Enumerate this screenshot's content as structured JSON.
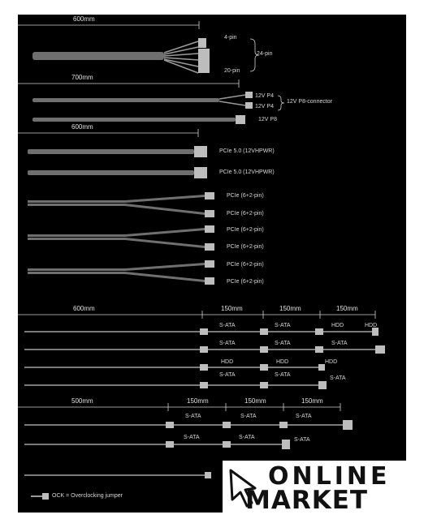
{
  "dimensions": {
    "d600_top": "600mm",
    "d700": "700mm",
    "d600_pcie": "600mm",
    "d600_sata": "600mm",
    "d150_a": "150mm",
    "d150_b": "150mm",
    "d150_c": "150mm",
    "d500": "500mm",
    "d150_d": "150mm",
    "d150_e": "150mm",
    "d150_f": "150mm"
  },
  "atx": {
    "pin4": "4-pin",
    "pin24": "24-pin",
    "pin20": "20-pin"
  },
  "cpu": {
    "p4_a": "12V P4",
    "p4_b": "12V P4",
    "p8_group": "12V P8-connector",
    "p8": "12V P8"
  },
  "pcie5": [
    "PCIe 5.0 (12VHPWR)",
    "PCIe 5.0 (12VHPWR)"
  ],
  "pcie": [
    "PCIe (6+2-pin)",
    "PCIe (6+2-pin)",
    "PCIe (6+2-pin)",
    "PCIe (6+2-pin)",
    "PCIe (6+2-pin)",
    "PCIe (6+2-pin)"
  ],
  "periph_a": {
    "row1": [
      "S-ATA",
      "S-ATA",
      "HDD",
      "HDD"
    ],
    "row2": [
      "S-ATA",
      "S-ATA",
      "S-ATA"
    ],
    "row3": [
      "HDD",
      "HDD",
      "HDD"
    ],
    "row4": [
      "S-ATA",
      "S-ATA",
      "S-ATA"
    ]
  },
  "periph_b": {
    "row1": [
      "S-ATA",
      "S-ATA",
      "S-ATA"
    ],
    "row2": [
      "S-ATA",
      "S-ATA",
      "S-ATA"
    ]
  },
  "ock_label": "OCK = Overclocking jumper",
  "logo": {
    "line1": "ONLINE",
    "line2": "MARKET"
  }
}
